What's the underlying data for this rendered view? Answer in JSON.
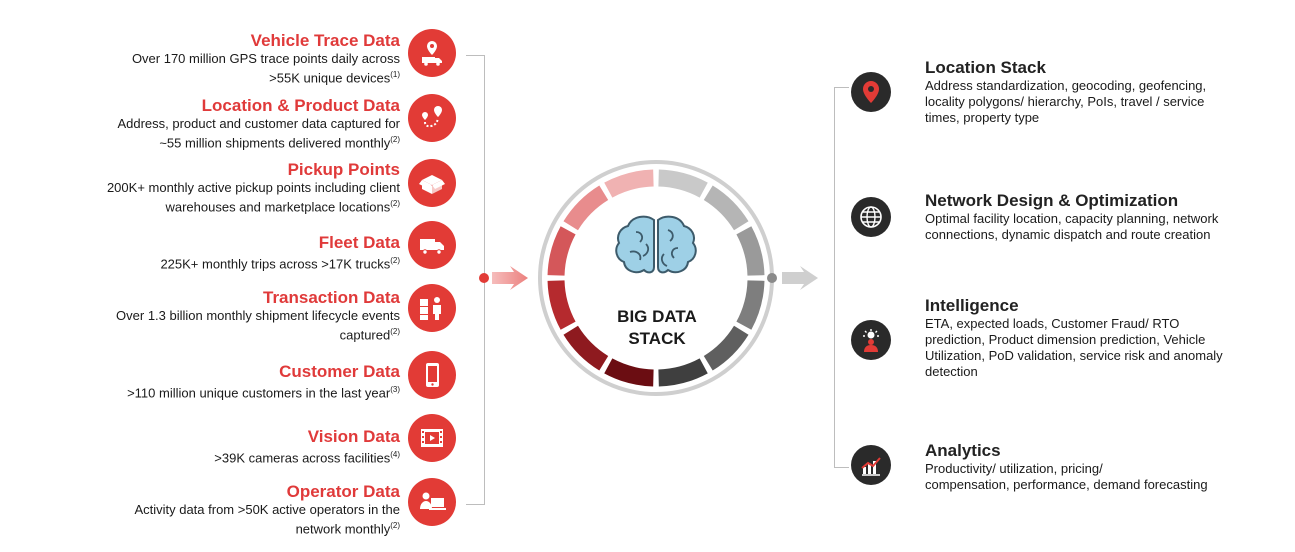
{
  "sources": [
    {
      "title": "Vehicle Trace Data",
      "lines": [
        "Over 170 million GPS trace points daily across",
        ">55K unique devices"
      ],
      "note": "(1)",
      "icon": "truck-location-icon"
    },
    {
      "title": "Location & Product Data",
      "lines": [
        "Address, product and customer data captured for",
        "~55 million shipments delivered monthly"
      ],
      "note": "(2)",
      "icon": "route-pin-icon"
    },
    {
      "title": "Pickup Points",
      "lines": [
        "200K+ monthly active pickup points including client",
        "warehouses and marketplace locations"
      ],
      "note": "(2)",
      "icon": "open-box-icon"
    },
    {
      "title": "Fleet Data",
      "lines": [
        "225K+ monthly trips across >17K trucks"
      ],
      "note": "(2)",
      "icon": "truck-icon"
    },
    {
      "title": "Transaction Data",
      "lines": [
        "Over 1.3 billion monthly shipment lifecycle events",
        "captured"
      ],
      "note": "(2)",
      "icon": "worker-boxes-icon"
    },
    {
      "title": "Customer Data",
      "lines": [
        ">110 million unique customers in the last year"
      ],
      "note": "(3)",
      "icon": "smartphone-icon"
    },
    {
      "title": "Vision Data",
      "lines": [
        ">39K cameras across facilities"
      ],
      "note": "(4)",
      "icon": "video-icon"
    },
    {
      "title": "Operator Data",
      "lines": [
        "Activity data from >50K active operators in the",
        "network monthly"
      ],
      "note": "(2)",
      "icon": "operator-laptop-icon"
    }
  ],
  "hub": {
    "line1": "BIG DATA",
    "line2": "STACK",
    "icon": "brain-icon"
  },
  "capabilities": [
    {
      "title": "Location Stack",
      "lines": [
        "Address standardization, geocoding, geofencing,",
        "locality polygons/ hierarchy, PoIs, travel / service",
        "times, property type"
      ],
      "icon": "location-pin-icon"
    },
    {
      "title": "Network Design & Optimization",
      "lines": [
        "Optimal facility location, capacity planning, network",
        "connections, dynamic dispatch and route creation"
      ],
      "icon": "globe-icon"
    },
    {
      "title": "Intelligence",
      "lines": [
        "ETA, expected loads, Customer Fraud/ RTO",
        "prediction, Product dimension prediction, Vehicle",
        "Utilization, PoD validation, service risk and anomaly",
        "detection"
      ],
      "icon": "person-idea-icon"
    },
    {
      "title": "Analytics",
      "lines": [
        "Productivity/ utilization, pricing/",
        "compensation, performance, demand forecasting"
      ],
      "icon": "bar-chart-icon"
    }
  ],
  "colors": {
    "accent": "#e23b36",
    "title_red": "#e03a3a",
    "dark_icon": "#2a2a2a"
  }
}
